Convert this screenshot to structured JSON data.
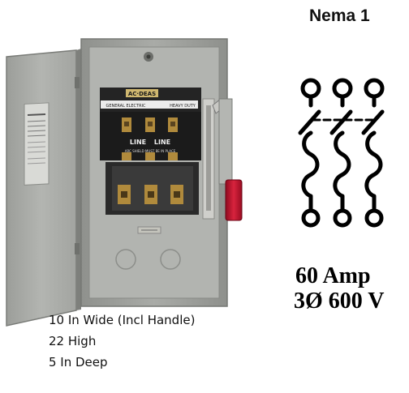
{
  "enclosure": {
    "rating": "Nema 1"
  },
  "switch_label": {
    "brand": "AC·DEAS",
    "maker": "GENERAL ELECTRIC",
    "duty": "HEAVY DUTY",
    "line_left": "LINE",
    "line_right": "LINE",
    "warning": "ARC SHIELD MUST BE IN PLACE"
  },
  "specs": {
    "amperage": "60 Amp",
    "voltage": "3Ø 600 V"
  },
  "dimensions": {
    "width": "10 In Wide (Incl Handle)",
    "height": "22  High",
    "depth": "5 In Deep"
  },
  "colors": {
    "enclosure_gray": "#a9aba7",
    "handle_red": "#c8102e",
    "schematic_black": "#000000"
  }
}
